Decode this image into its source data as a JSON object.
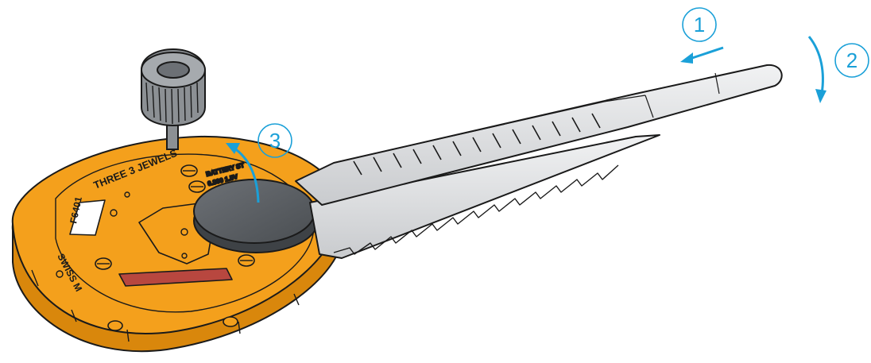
{
  "steps": [
    {
      "number": "1",
      "meaning": "slide tweezers"
    },
    {
      "number": "2",
      "meaning": "press down"
    },
    {
      "number": "3",
      "meaning": "lift battery"
    }
  ],
  "movement_text": {
    "top": "THREE 3 JEWELS",
    "left": "F6401",
    "bottom": "SWISS M",
    "battery": [
      "BATTERY ST",
      "0.800 1.5V"
    ]
  },
  "colors": {
    "movement": "#f4a01c",
    "movement_dark": "#d9870c",
    "battery": "#5a5e63",
    "tweezers": "#dfe1e3",
    "arrow": "#1aa0d8",
    "ruby": "#b8473f"
  }
}
